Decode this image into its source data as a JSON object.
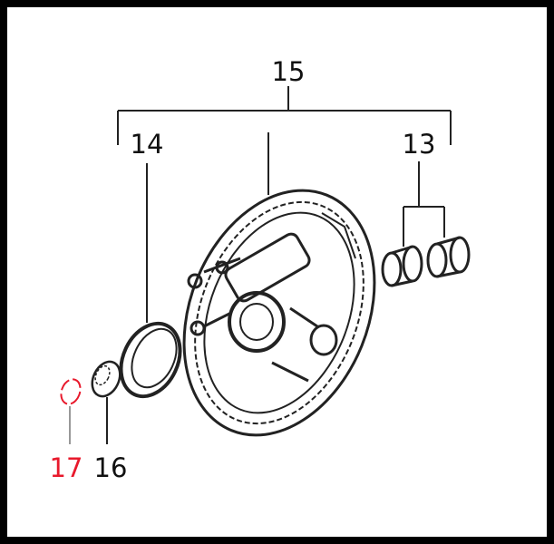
{
  "diagram": {
    "labels": {
      "housing": "15",
      "seal": "14",
      "bearings": "13",
      "washer": "16",
      "circlip": "17"
    },
    "highlight_color": "#e8192c",
    "line_color": "#111111"
  }
}
